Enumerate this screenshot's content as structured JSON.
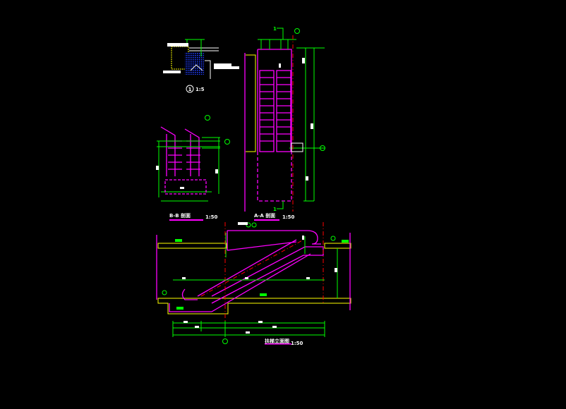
{
  "drawing": {
    "detail_1": {
      "marker": "1",
      "scale": "1:5"
    },
    "section_left": {
      "title": "B-B 剖面",
      "scale": "1:50"
    },
    "section_right": {
      "title": "A-A 剖面",
      "scale": "1:50"
    },
    "elevation": {
      "title": "扶梯立面图",
      "scale": "1:50"
    },
    "section_marks": [
      "1",
      "1"
    ],
    "colors": {
      "background": "#000000",
      "outline": "#ff00ff",
      "dimension": "#00ff00",
      "wall": "#ffff00",
      "axis": "#ff0000",
      "text": "#ffffff"
    }
  }
}
